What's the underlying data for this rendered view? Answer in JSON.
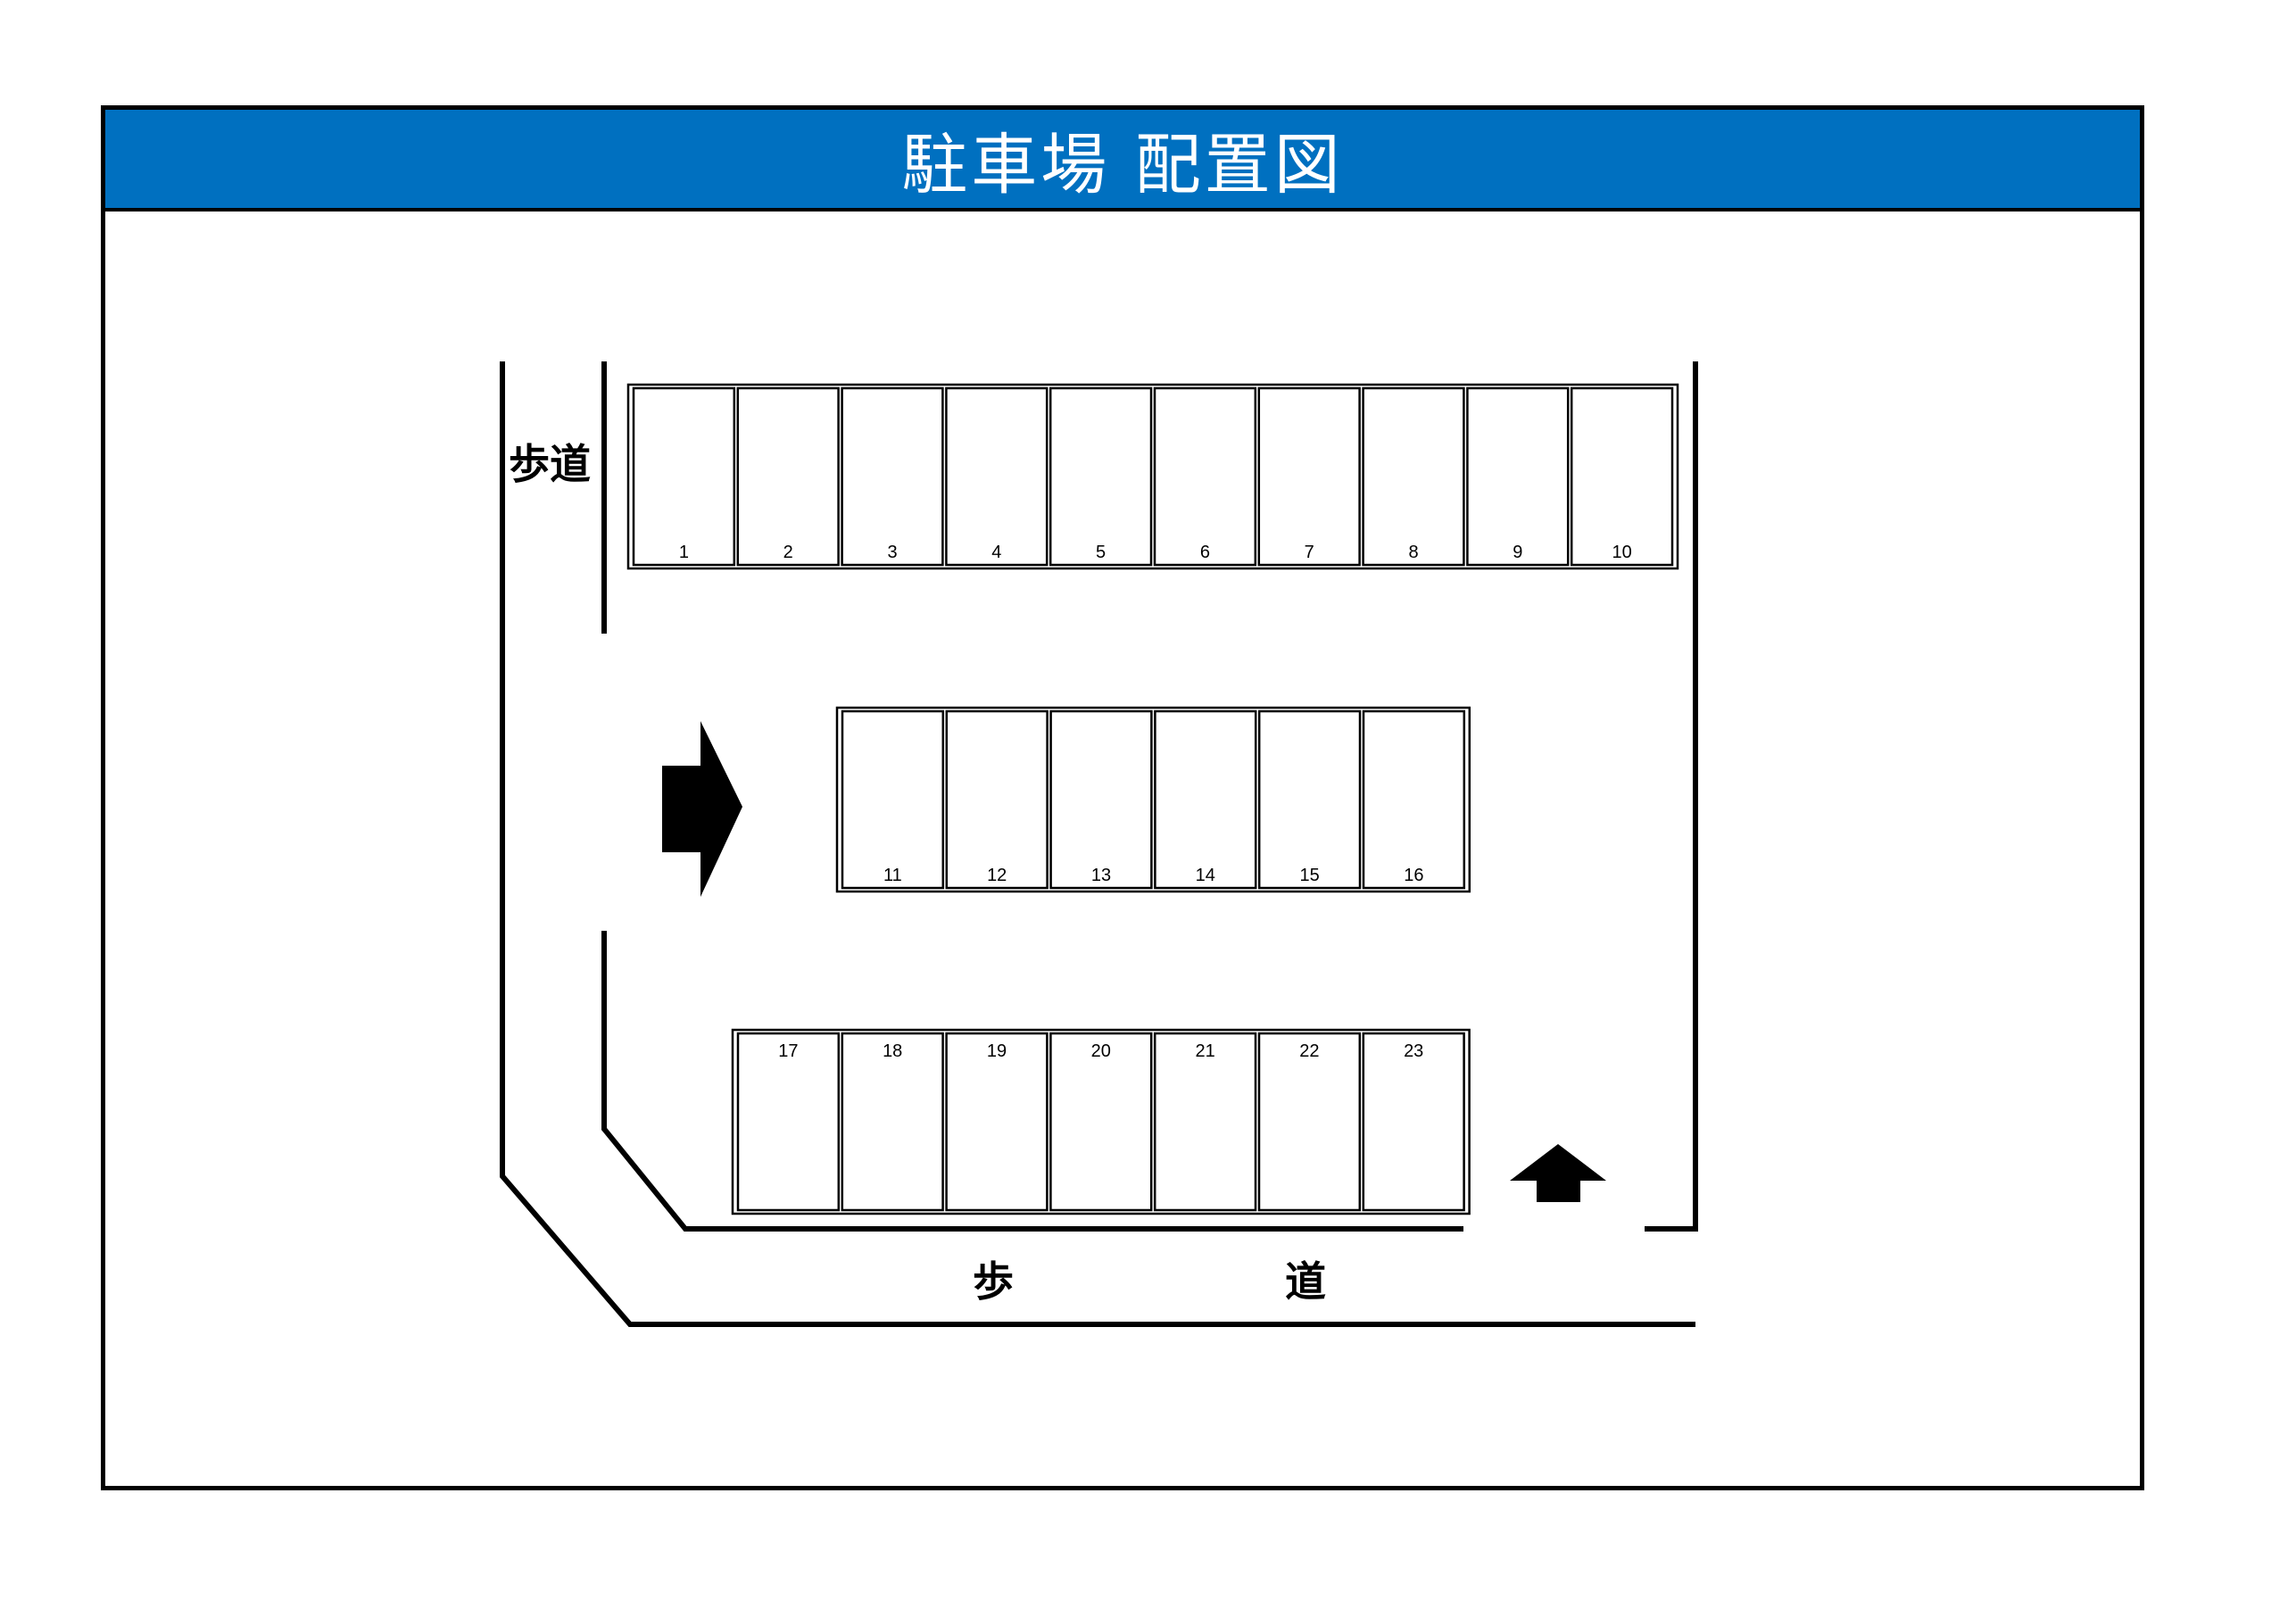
{
  "title": "駐車場 配置図",
  "labels": {
    "walkway_left": "歩道",
    "walkway_bottom_1": "歩",
    "walkway_bottom_2": "道"
  },
  "rows": [
    {
      "spaces": [
        "1",
        "2",
        "3",
        "4",
        "5",
        "6",
        "7",
        "8",
        "9",
        "10"
      ],
      "number_position": "bottom"
    },
    {
      "spaces": [
        "11",
        "12",
        "13",
        "14",
        "15",
        "16"
      ],
      "number_position": "bottom"
    },
    {
      "spaces": [
        "17",
        "18",
        "19",
        "20",
        "21",
        "22",
        "23"
      ],
      "number_position": "top"
    }
  ],
  "arrows": [
    {
      "name": "entry-arrow-right-icon",
      "direction": "right"
    },
    {
      "name": "exit-arrow-up-icon",
      "direction": "up"
    }
  ],
  "colors": {
    "title_bar": "#0070c0",
    "title_text": "#ffffff",
    "lines": "#000000"
  }
}
